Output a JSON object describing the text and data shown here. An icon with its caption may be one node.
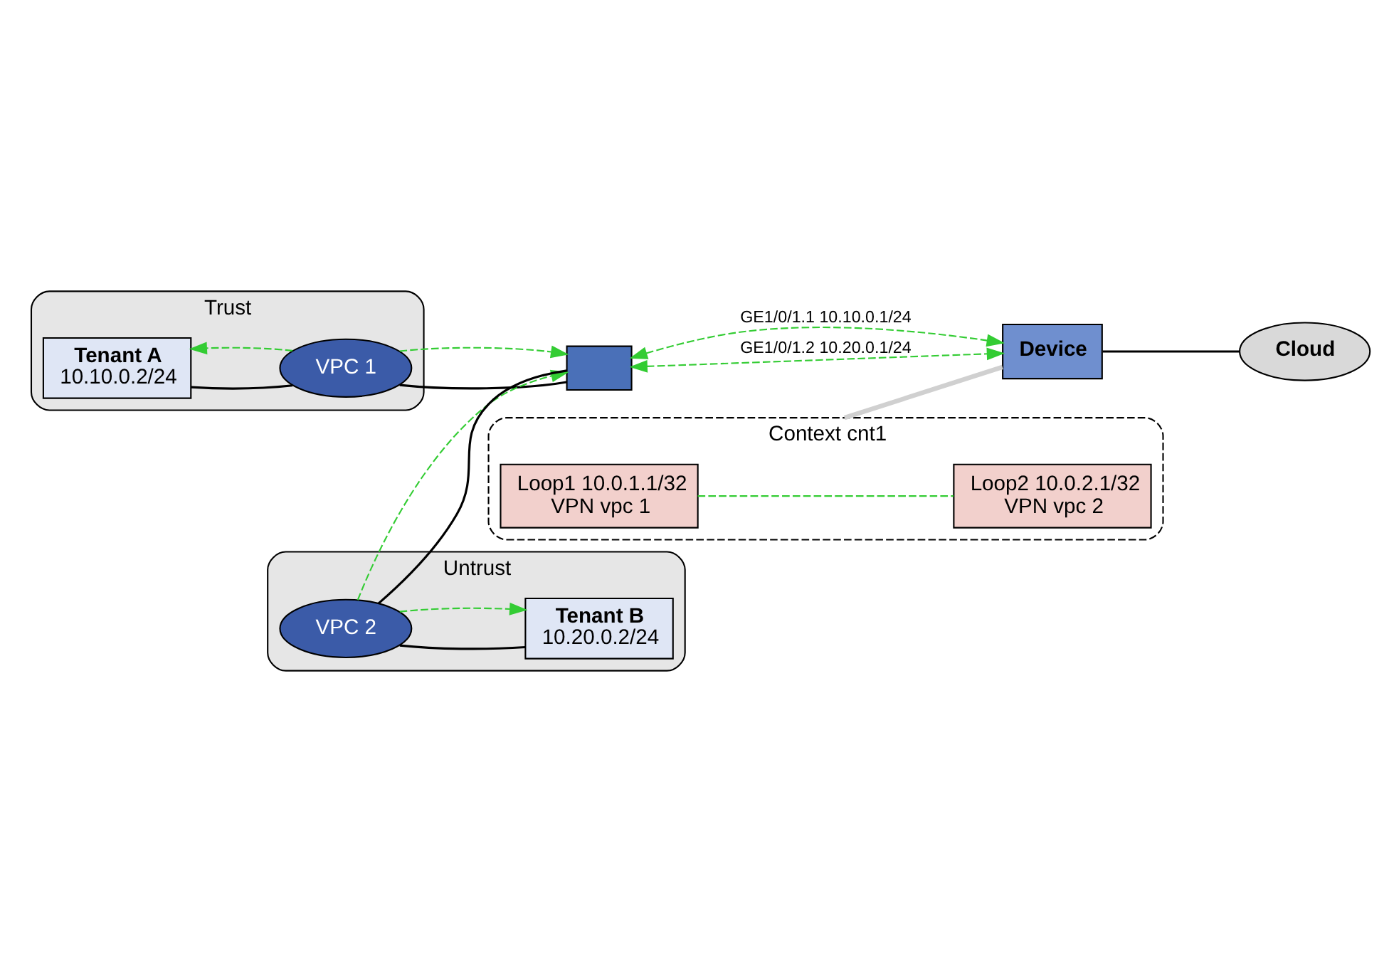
{
  "diagram": {
    "nodes": [
      {
        "text": [
          "Trust"
        ]
      },
      {
        "text": [
          "Tenant A",
          "10.10.0.2/24"
        ],
        "in": 0
      },
      {
        "text": [
          "VPC 1"
        ],
        "in": 0
      },
      {
        "text": [
          "Untrust"
        ]
      },
      {
        "text": [
          "VPC 2"
        ],
        "in": 3
      },
      {
        "text": [
          "Tenant B",
          "10.20.0.2/24"
        ],
        "in": 3
      },
      {
        "text": [],
        "shape": "box"
      },
      {
        "text": [
          "Context cnt1"
        ]
      },
      {
        "text": [
          "Loop1 10.0.1.1/32",
          "VPN vpc 1"
        ],
        "in": 7
      },
      {
        "text": [
          "Loop2 10.0.2.1/32",
          "VPN vpc 2"
        ],
        "in": 7
      },
      {
        "text": [
          "Device"
        ]
      },
      {
        "text": [
          "Cloud"
        ]
      }
    ],
    "edges": [
      {
        "from": 1,
        "to": 2,
        "arrow": "none",
        "color": "#000000"
      },
      {
        "from": 2,
        "to": 6,
        "arrow": "none",
        "color": "#000000"
      },
      {
        "from": 6,
        "to": 4,
        "arrow": "none",
        "color": "#000000"
      },
      {
        "from": 4,
        "to": 5,
        "arrow": "none",
        "color": "#000000"
      },
      {
        "from": 10,
        "to": 11,
        "arrow": "none",
        "color": "#000000"
      },
      {
        "from": 2,
        "to": 1,
        "arrow": "to",
        "style": "dashed",
        "color": "#33cc33"
      },
      {
        "from": 2,
        "to": 6,
        "arrow": "to",
        "style": "dashed",
        "color": "#33cc33"
      },
      {
        "from": 4,
        "to": 6,
        "arrow": "to",
        "style": "dashed",
        "color": "#33cc33"
      },
      {
        "from": 4,
        "to": 5,
        "arrow": "to",
        "style": "dashed",
        "color": "#33cc33"
      },
      {
        "from": 6,
        "to": 10,
        "arrow": "both",
        "style": "dashed",
        "color": "#33cc33",
        "label": "GE1/0/1.1 10.10.0.1/24"
      },
      {
        "from": 6,
        "to": 10,
        "arrow": "both",
        "style": "dashed",
        "color": "#33cc33",
        "label": "GE1/0/1.2 10.20.0.1/24"
      },
      {
        "from": 8,
        "to": 9,
        "arrow": "none",
        "style": "dashed",
        "color": "#33cc33"
      },
      {
        "from": 7,
        "to": 10,
        "arrow": "none",
        "color": "#d0d0d0",
        "style": "thick"
      }
    ]
  }
}
